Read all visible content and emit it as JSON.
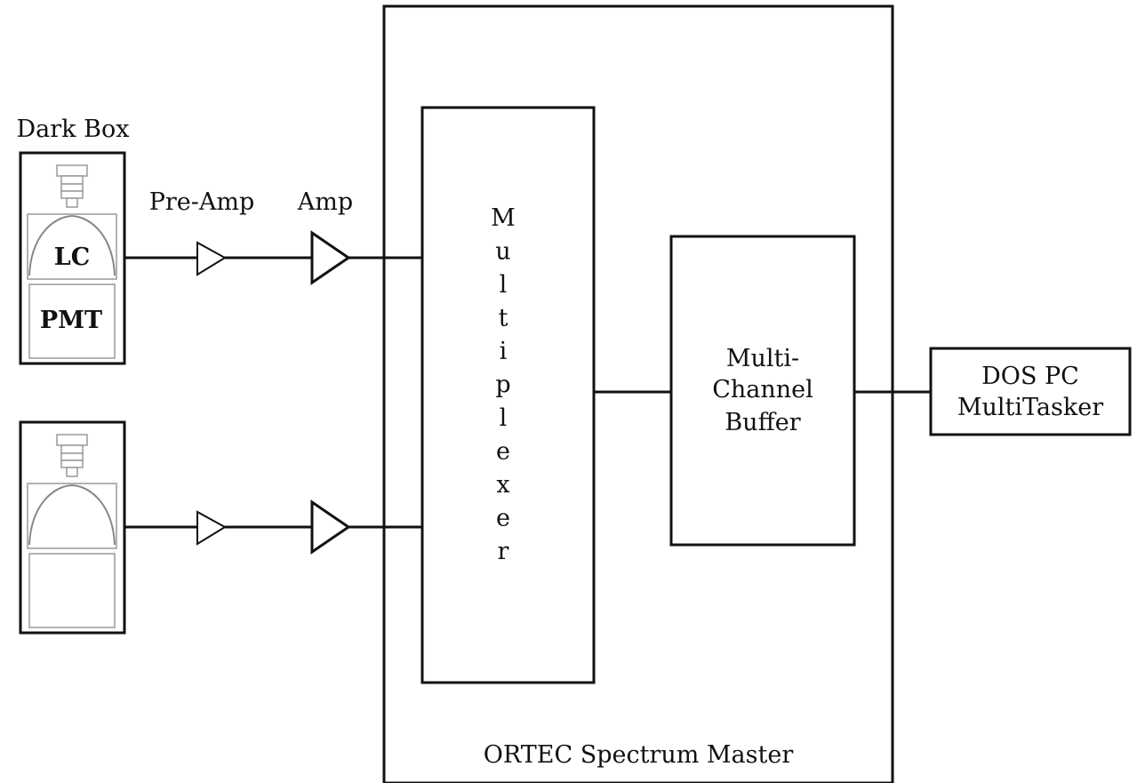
{
  "diagram": {
    "dark_box_label": "Dark Box",
    "lc_label": "LC",
    "pmt_label": "PMT",
    "preamp_label": "Pre-Amp",
    "amp_label": "Amp",
    "multiplexer_label": "Multiplexer",
    "buffer_label_lines": [
      "Multi-",
      "Channel",
      "Buffer"
    ],
    "pc_label_lines": [
      "DOS PC",
      "MultiTasker"
    ],
    "spectrum_master_label": "ORTEC Spectrum Master"
  }
}
